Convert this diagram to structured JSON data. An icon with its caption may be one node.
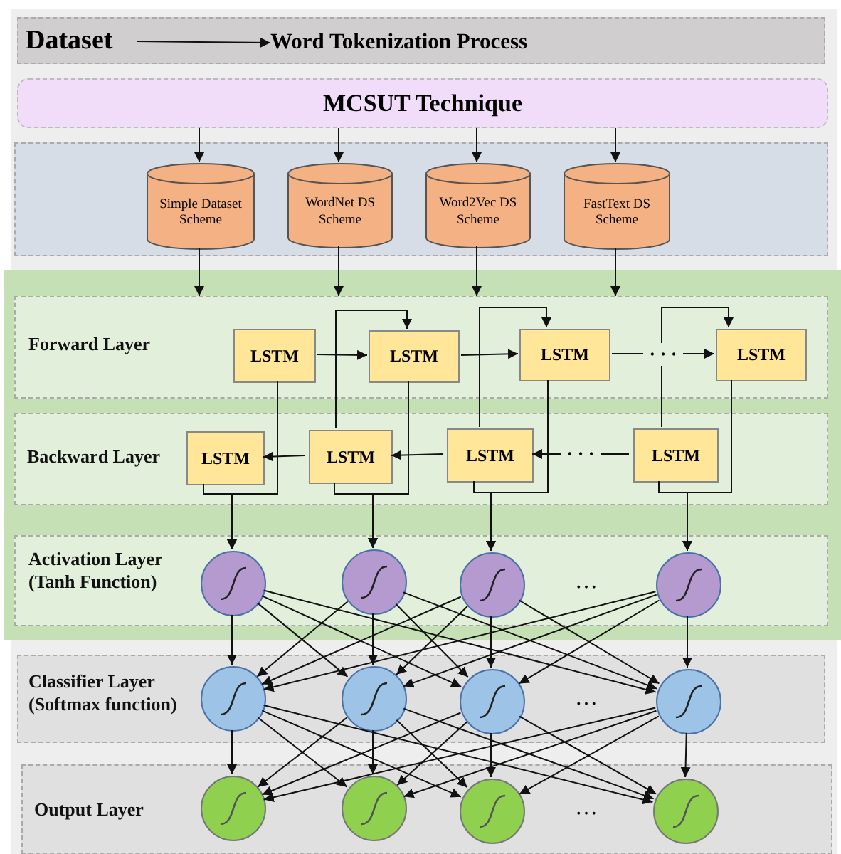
{
  "diagram": {
    "nodes": [
      {
        "text": [
          "Dataset"
        ]
      },
      {
        "text": [
          "Word Tokenization Process"
        ]
      },
      {
        "text": [
          "MCSUT Technique"
        ]
      },
      {
        "text": [],
        "shape": "box"
      },
      {
        "text": [
          "Simple Dataset Scheme"
        ],
        "in": 3
      },
      {
        "text": [
          "WordNet DS Scheme"
        ],
        "in": 3
      },
      {
        "text": [
          "Word2Vec DS Scheme"
        ],
        "in": 3
      },
      {
        "text": [
          "FastText DS Scheme"
        ],
        "in": 3
      },
      {
        "text": [
          "Forward Layer"
        ]
      },
      {
        "text": [
          "LSTM"
        ],
        "in": 8
      },
      {
        "text": [
          "LSTM"
        ],
        "in": 8
      },
      {
        "text": [
          "LSTM"
        ],
        "in": 8
      },
      {
        "text": [
          "LSTM"
        ],
        "in": 8
      },
      {
        "text": [
          "Backward Layer"
        ]
      },
      {
        "text": [
          "LSTM"
        ],
        "in": 13
      },
      {
        "text": [
          "LSTM"
        ],
        "in": 13
      },
      {
        "text": [
          "LSTM"
        ],
        "in": 13
      },
      {
        "text": [
          "LSTM"
        ],
        "in": 13
      },
      {
        "text": [
          "Activation Layer (Tanh Function)"
        ]
      },
      {
        "text": [],
        "shape": "circle",
        "in": 18
      },
      {
        "text": [],
        "shape": "circle",
        "in": 18
      },
      {
        "text": [],
        "shape": "circle",
        "in": 18
      },
      {
        "text": [],
        "shape": "circle",
        "in": 18
      },
      {
        "text": [
          "Classifier Layer (Softmax function)"
        ]
      },
      {
        "text": [],
        "shape": "circle",
        "in": 23
      },
      {
        "text": [],
        "shape": "circle",
        "in": 23
      },
      {
        "text": [],
        "shape": "circle",
        "in": 23
      },
      {
        "text": [],
        "shape": "circle",
        "in": 23
      },
      {
        "text": [
          "Output Layer"
        ]
      },
      {
        "text": [],
        "shape": "circle",
        "in": 28
      },
      {
        "text": [],
        "shape": "circle",
        "in": 28
      },
      {
        "text": [],
        "shape": "circle",
        "in": 28
      },
      {
        "text": [],
        "shape": "circle",
        "in": 28
      }
    ],
    "edges": [
      {
        "from": 0,
        "to": 1,
        "arrow": "to"
      },
      {
        "from": 2,
        "to": 4,
        "arrow": "to"
      },
      {
        "from": 2,
        "to": 5,
        "arrow": "to"
      },
      {
        "from": 2,
        "to": 6,
        "arrow": "to"
      },
      {
        "from": 2,
        "to": 7,
        "arrow": "to"
      },
      {
        "from": 4,
        "to": 8,
        "arrow": "to"
      },
      {
        "from": 5,
        "to": 8,
        "arrow": "to"
      },
      {
        "from": 6,
        "to": 8,
        "arrow": "to"
      },
      {
        "from": 7,
        "to": 8,
        "arrow": "to"
      },
      {
        "from": 9,
        "to": 10,
        "arrow": "to"
      },
      {
        "from": 10,
        "to": 11,
        "arrow": "to"
      },
      {
        "from": 11,
        "to": 12,
        "arrow": "to",
        "label": "· · ·"
      },
      {
        "from": 17,
        "to": 16,
        "arrow": "to",
        "label": "· · ·"
      },
      {
        "from": 16,
        "to": 15,
        "arrow": "to"
      },
      {
        "from": 15,
        "to": 14,
        "arrow": "to"
      },
      {
        "from": 15,
        "to": 10,
        "arrow": "to"
      },
      {
        "from": 16,
        "to": 11,
        "arrow": "to"
      },
      {
        "from": 17,
        "to": 12,
        "arrow": "to"
      },
      {
        "from": 9,
        "to": 19,
        "arrow": "to"
      },
      {
        "from": 14,
        "to": 19,
        "arrow": "to"
      },
      {
        "from": 10,
        "to": 20,
        "arrow": "to"
      },
      {
        "from": 15,
        "to": 20,
        "arrow": "to"
      },
      {
        "from": 11,
        "to": 21,
        "arrow": "to"
      },
      {
        "from": 16,
        "to": 21,
        "arrow": "to"
      },
      {
        "from": 12,
        "to": 22,
        "arrow": "to"
      },
      {
        "from": 17,
        "to": 22,
        "arrow": "to"
      },
      {
        "from": 19,
        "to": 24,
        "arrow": "to"
      },
      {
        "from": 19,
        "to": 25,
        "arrow": "to"
      },
      {
        "from": 19,
        "to": 26,
        "arrow": "to"
      },
      {
        "from": 19,
        "to": 27,
        "arrow": "to"
      },
      {
        "from": 20,
        "to": 24,
        "arrow": "to"
      },
      {
        "from": 20,
        "to": 25,
        "arrow": "to"
      },
      {
        "from": 20,
        "to": 26,
        "arrow": "to"
      },
      {
        "from": 20,
        "to": 27,
        "arrow": "to"
      },
      {
        "from": 21,
        "to": 24,
        "arrow": "to"
      },
      {
        "from": 21,
        "to": 25,
        "arrow": "to"
      },
      {
        "from": 21,
        "to": 26,
        "arrow": "to"
      },
      {
        "from": 21,
        "to": 27,
        "arrow": "to"
      },
      {
        "from": 22,
        "to": 24,
        "arrow": "to"
      },
      {
        "from": 22,
        "to": 25,
        "arrow": "to"
      },
      {
        "from": 22,
        "to": 26,
        "arrow": "to"
      },
      {
        "from": 22,
        "to": 27,
        "arrow": "to"
      },
      {
        "from": 24,
        "to": 29,
        "arrow": "to"
      },
      {
        "from": 24,
        "to": 30,
        "arrow": "to"
      },
      {
        "from": 24,
        "to": 31,
        "arrow": "to"
      },
      {
        "from": 24,
        "to": 32,
        "arrow": "to"
      },
      {
        "from": 25,
        "to": 29,
        "arrow": "to"
      },
      {
        "from": 25,
        "to": 30,
        "arrow": "to"
      },
      {
        "from": 25,
        "to": 31,
        "arrow": "to"
      },
      {
        "from": 25,
        "to": 32,
        "arrow": "to"
      },
      {
        "from": 26,
        "to": 29,
        "arrow": "to"
      },
      {
        "from": 26,
        "to": 30,
        "arrow": "to"
      },
      {
        "from": 26,
        "to": 31,
        "arrow": "to"
      },
      {
        "from": 26,
        "to": 32,
        "arrow": "to"
      },
      {
        "from": 27,
        "to": 29,
        "arrow": "to"
      },
      {
        "from": 27,
        "to": 30,
        "arrow": "to"
      },
      {
        "from": 27,
        "to": 31,
        "arrow": "to"
      },
      {
        "from": 27,
        "to": 32,
        "arrow": "to"
      }
    ],
    "labels": [
      "…",
      "…",
      "…"
    ]
  }
}
